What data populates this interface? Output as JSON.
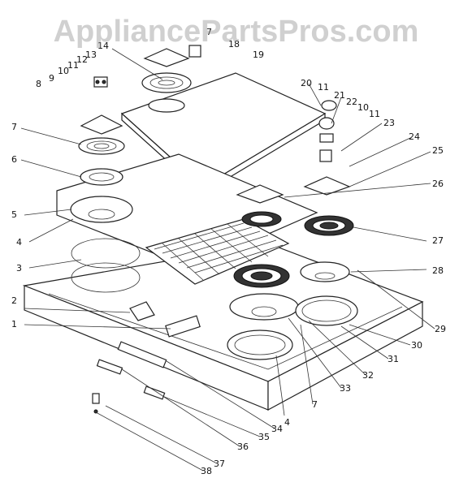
{
  "watermark": "AppliancePartsPros.com",
  "callouts": [
    {
      "id": "c1",
      "text": "1"
    },
    {
      "id": "c2",
      "text": "2"
    },
    {
      "id": "c3",
      "text": "3"
    },
    {
      "id": "c4",
      "text": "4"
    },
    {
      "id": "c4b",
      "text": "4"
    },
    {
      "id": "c5",
      "text": "5"
    },
    {
      "id": "c6",
      "text": "6"
    },
    {
      "id": "c7",
      "text": "7"
    },
    {
      "id": "c7b",
      "text": "7"
    },
    {
      "id": "c7c",
      "text": "7"
    },
    {
      "id": "c8",
      "text": "8"
    },
    {
      "id": "c9",
      "text": "9"
    },
    {
      "id": "c10",
      "text": "10"
    },
    {
      "id": "c10b",
      "text": "10"
    },
    {
      "id": "c11",
      "text": "11"
    },
    {
      "id": "c11b",
      "text": "11"
    },
    {
      "id": "c11c",
      "text": "11"
    },
    {
      "id": "c12",
      "text": "12"
    },
    {
      "id": "c13",
      "text": "13"
    },
    {
      "id": "c14",
      "text": "14"
    },
    {
      "id": "c18",
      "text": "18"
    },
    {
      "id": "c19",
      "text": "19"
    },
    {
      "id": "c20",
      "text": "20"
    },
    {
      "id": "c21",
      "text": "21"
    },
    {
      "id": "c22",
      "text": "22"
    },
    {
      "id": "c23",
      "text": "23"
    },
    {
      "id": "c24",
      "text": "24"
    },
    {
      "id": "c25",
      "text": "25"
    },
    {
      "id": "c26",
      "text": "26"
    },
    {
      "id": "c27",
      "text": "27"
    },
    {
      "id": "c28",
      "text": "28"
    },
    {
      "id": "c29",
      "text": "29"
    },
    {
      "id": "c30",
      "text": "30"
    },
    {
      "id": "c31",
      "text": "31"
    },
    {
      "id": "c32",
      "text": "32"
    },
    {
      "id": "c33",
      "text": "33"
    },
    {
      "id": "c34",
      "text": "34"
    },
    {
      "id": "c35",
      "text": "35"
    },
    {
      "id": "c36",
      "text": "36"
    },
    {
      "id": "c37",
      "text": "37"
    },
    {
      "id": "c38",
      "text": "38"
    }
  ]
}
